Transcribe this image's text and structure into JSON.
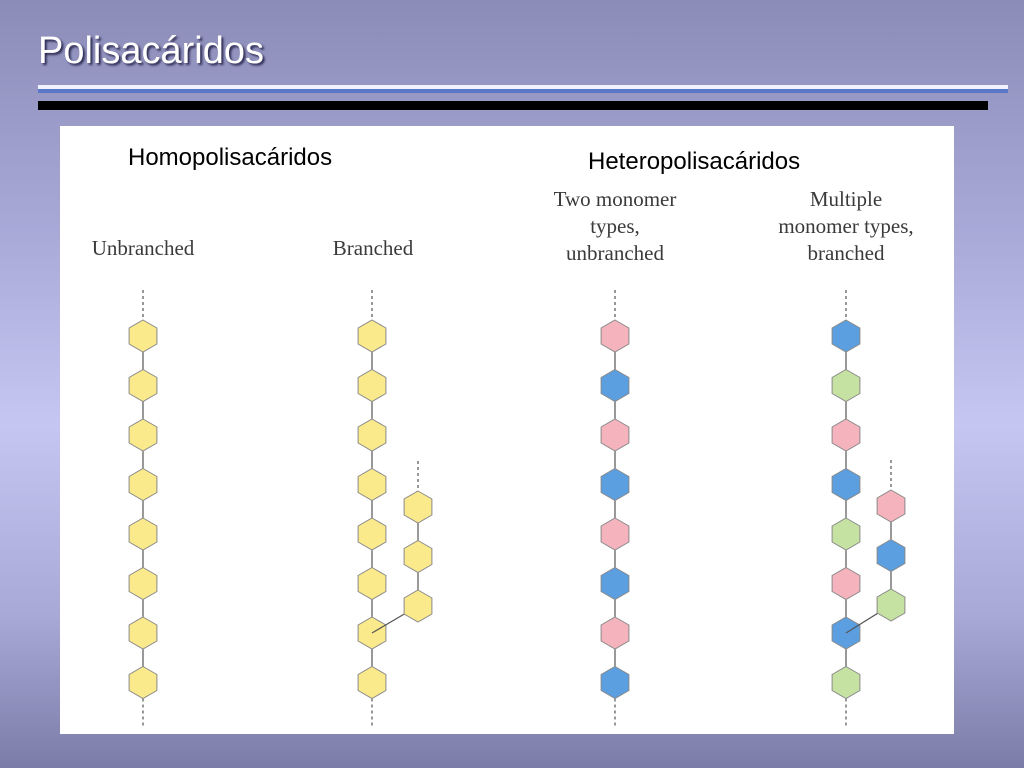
{
  "slide": {
    "title": "Polisacáridos"
  },
  "groups": {
    "homo": "Homopolisacáridos",
    "hetero": "Heteropolisacáridos"
  },
  "labels": {
    "unbranched": "Unbranched",
    "branched": "Branched",
    "two_types": "Two monomer\ntypes,\nunbranched",
    "multiple_types": "Multiple\nmonomer types,\nbranched"
  },
  "colors": {
    "yellow": "#fbea8c",
    "blue": "#5b9fe0",
    "pink": "#f5b4bd",
    "green": "#c6e2a2",
    "outline": "#8a8a8a"
  },
  "chains": {
    "unbranched": [
      "yellow",
      "yellow",
      "yellow",
      "yellow",
      "yellow",
      "yellow",
      "yellow",
      "yellow"
    ],
    "branched_main": [
      "yellow",
      "yellow",
      "yellow",
      "yellow",
      "yellow",
      "yellow",
      "yellow",
      "yellow"
    ],
    "branched_side": [
      "yellow",
      "yellow",
      "yellow"
    ],
    "two_types": [
      "pink",
      "blue",
      "pink",
      "blue",
      "pink",
      "blue",
      "pink",
      "blue"
    ],
    "multiple_main": [
      "blue",
      "green",
      "pink",
      "blue",
      "green",
      "pink",
      "blue",
      "green"
    ],
    "multiple_side": [
      "pink",
      "blue",
      "green"
    ]
  }
}
